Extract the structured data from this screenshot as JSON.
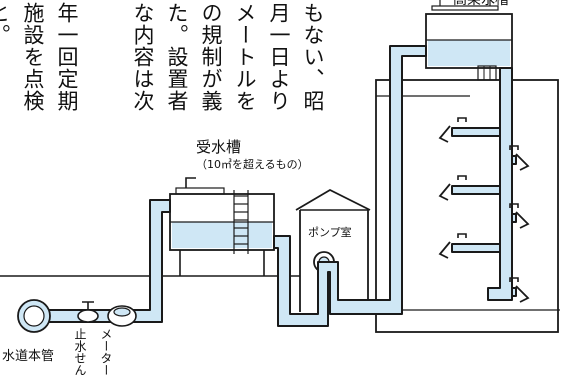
{
  "article": {
    "columns": [
      "もない、昭",
      "月一日より",
      "メートルを",
      "の規制が義",
      "た。設置者",
      "な内容は次",
      "",
      "年一回定期",
      "施設を点検",
      "と。"
    ]
  },
  "labels": {
    "elevated_tank": "高架水槽",
    "receiving_tank": "受水槽",
    "receiving_tank_note": "（10㎥を超えるもの）",
    "pump_room": "ポンプ室",
    "water_main": "水道本管",
    "stop_valve": "止水せん",
    "meter": "メーター"
  }
}
